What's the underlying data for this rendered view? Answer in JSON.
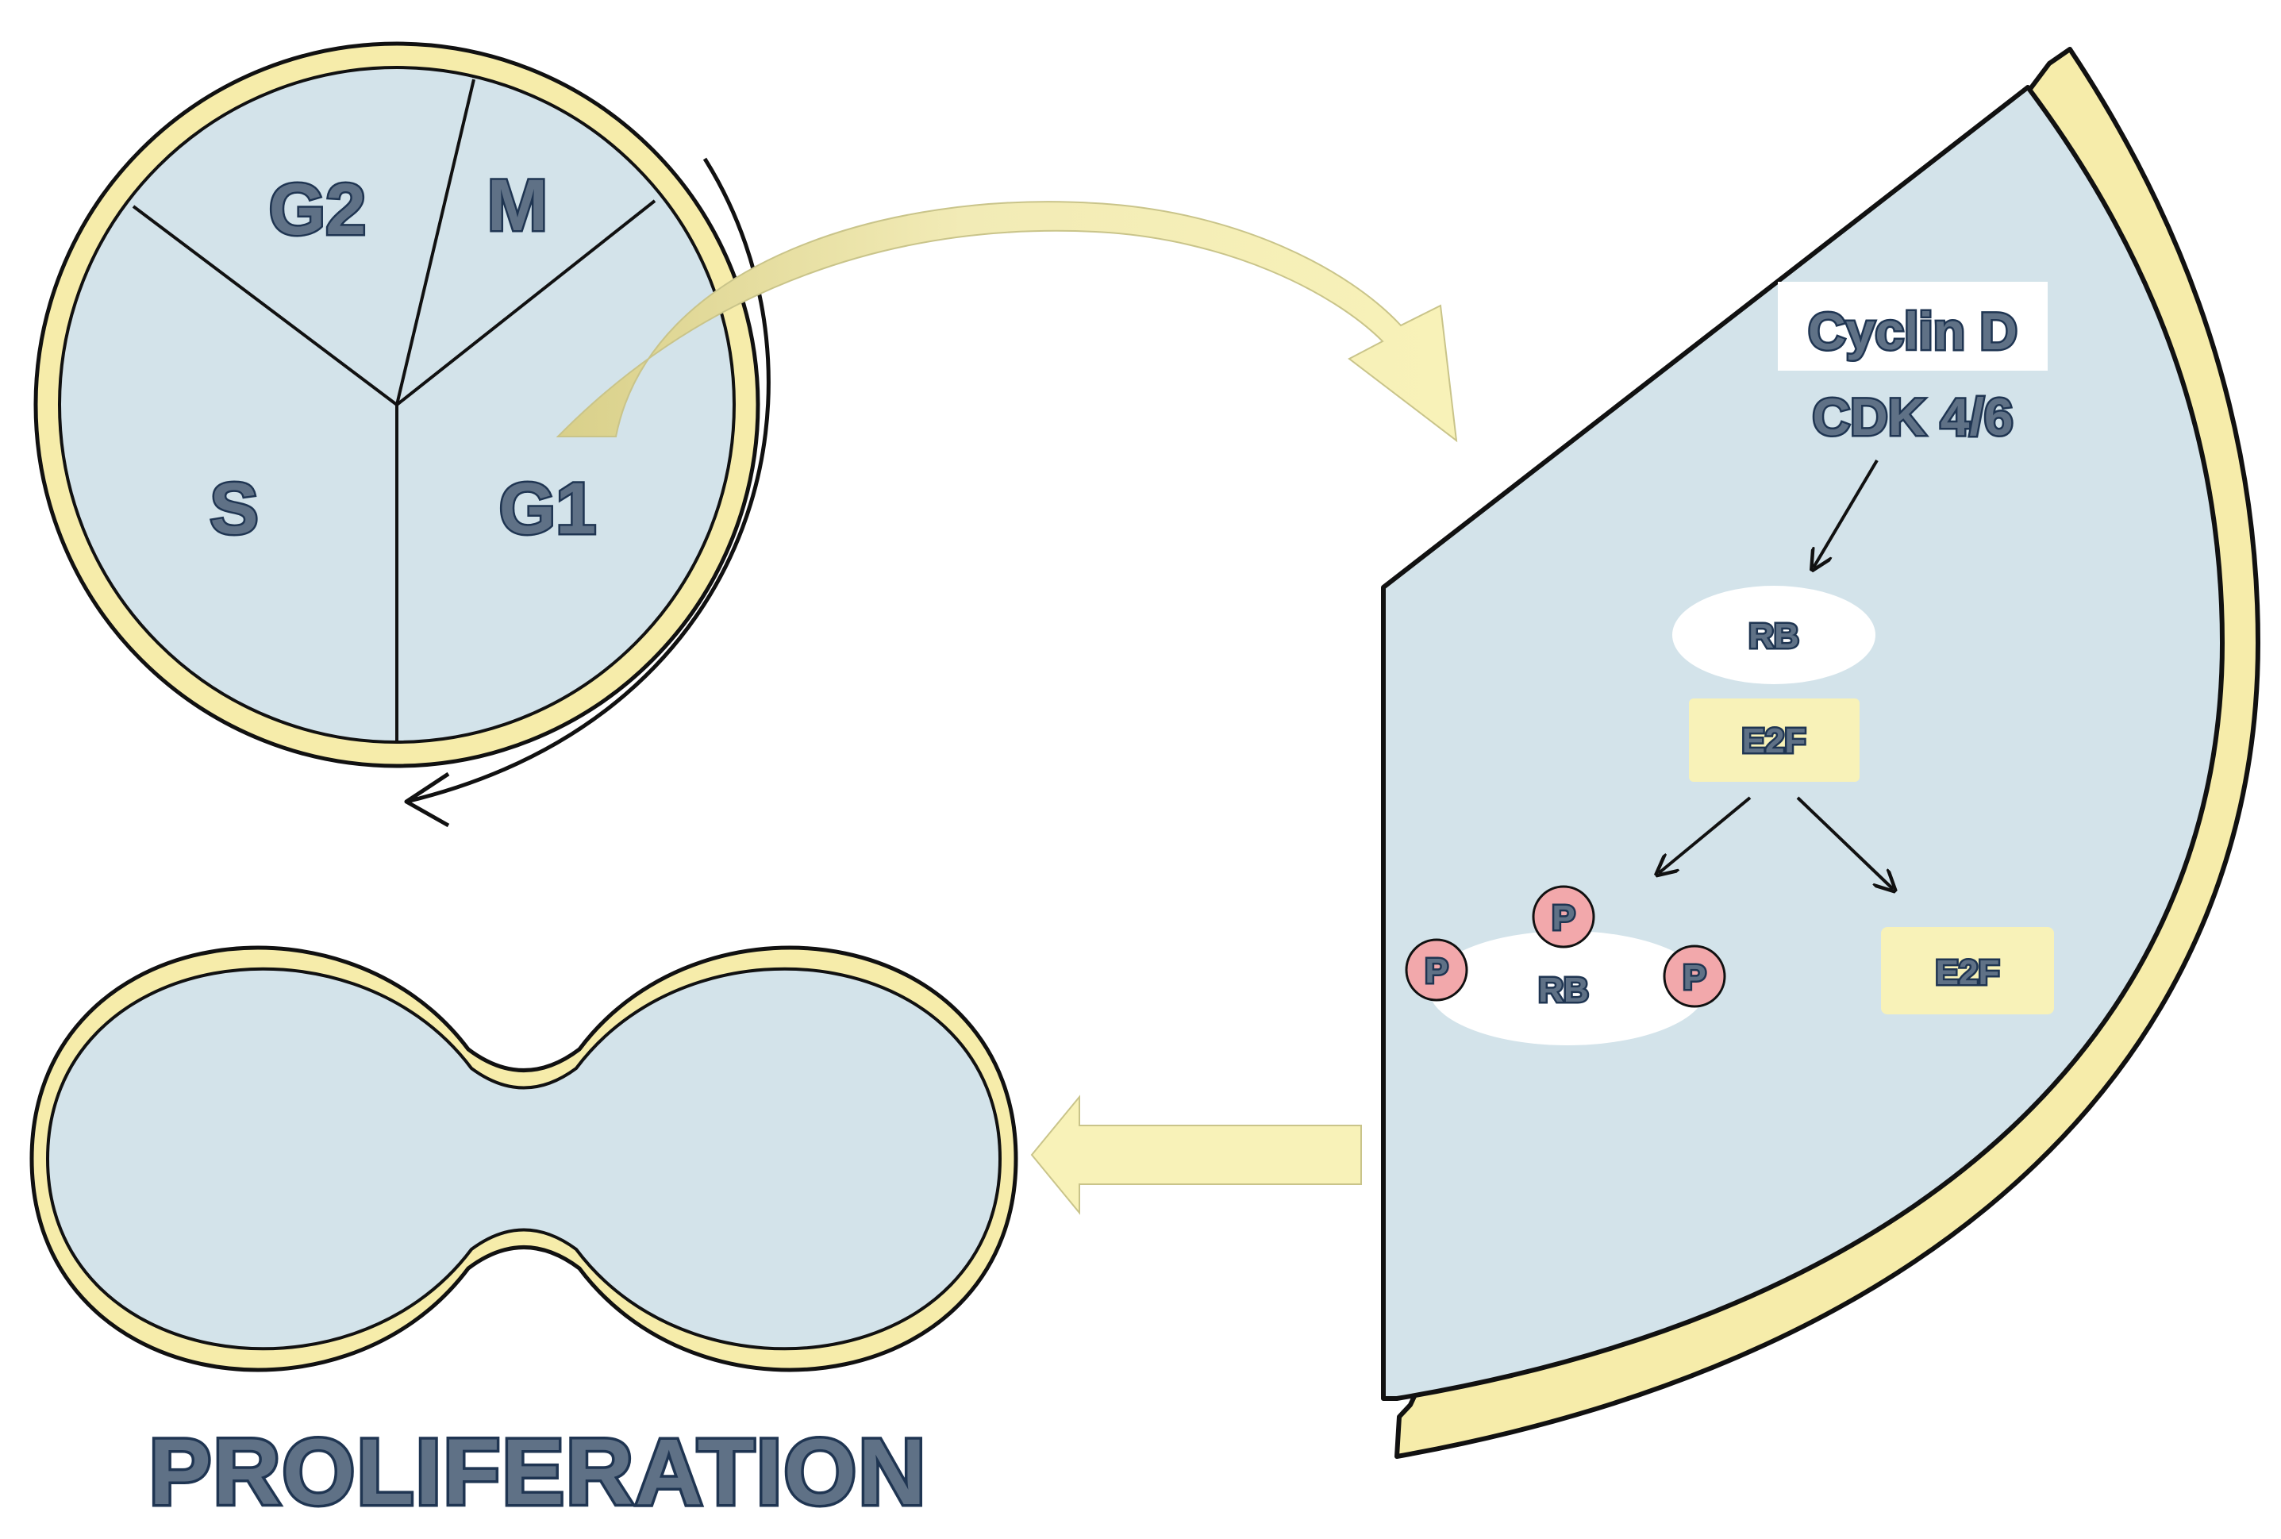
{
  "phases": {
    "g2": "G2",
    "m": "M",
    "s": "S",
    "g1": "G1"
  },
  "pathway": {
    "cyclin": "Cyclin D",
    "cdk": "CDK 4/6",
    "rb_bound": "RB",
    "e2f_bound": "E2F",
    "phosphate": "P",
    "rb_phosphorylated": "RB",
    "e2f_free": "E2F"
  },
  "outcome": {
    "label": "PROLIFERATION"
  },
  "colors": {
    "cytoplasm": "#d3e3ea",
    "membrane": "#f6ecaa",
    "outline": "#111111",
    "arrow_fill": "#f8f2b8",
    "phosphate": "#f2a8ab",
    "label_fill": "#5f7186",
    "label_stroke": "#1f3552"
  }
}
